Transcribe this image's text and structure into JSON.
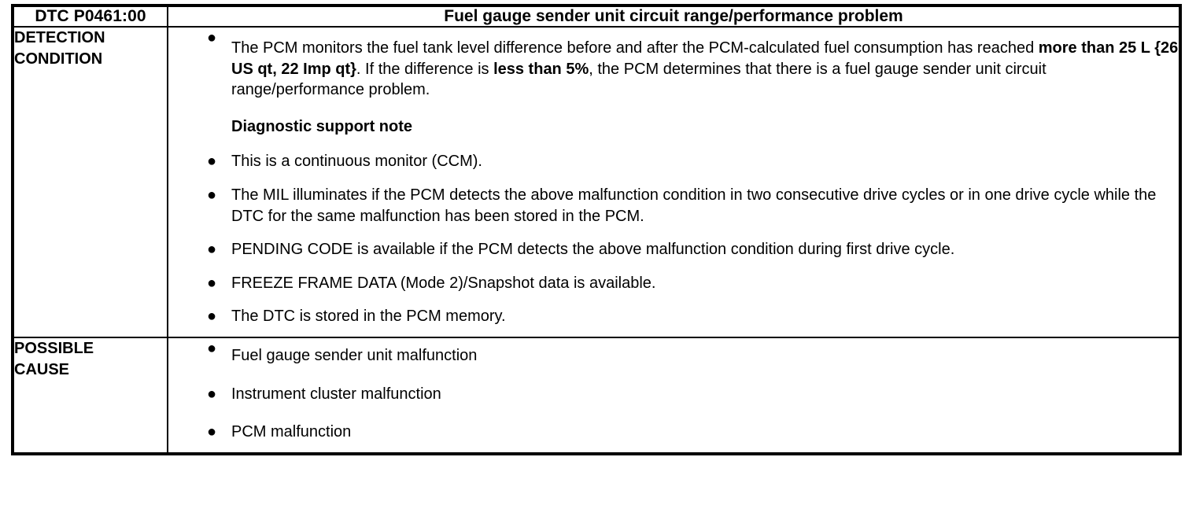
{
  "document": {
    "type": "dtc-diagnostic-table",
    "header": {
      "dtc_code": "DTC P0461:00",
      "title": "Fuel gauge sender unit circuit range/performance problem"
    },
    "rows": [
      {
        "label": "DETECTION\nCONDITION",
        "blocks": [
          {
            "kind": "bullet",
            "marker": "bullet-icon",
            "runs": [
              {
                "text": "The PCM monitors the fuel tank level difference before and after the PCM-calculated fuel consumption has reached ",
                "bold": false
              },
              {
                "text": "more than 25 L {26 US qt, 22 Imp qt}",
                "bold": true
              },
              {
                "text": ". If the difference is ",
                "bold": false
              },
              {
                "text": "less than 5%",
                "bold": true
              },
              {
                "text": ", the PCM determines that there is a fuel gauge sender unit circuit range/performance problem.",
                "bold": false
              }
            ]
          },
          {
            "kind": "heading",
            "text": "Diagnostic support note"
          },
          {
            "kind": "bullet",
            "marker": "bullet-icon",
            "runs": [
              {
                "text": "This is a continuous monitor (CCM).",
                "bold": false
              }
            ]
          },
          {
            "kind": "bullet",
            "marker": "bullet-icon",
            "runs": [
              {
                "text": "The MIL illuminates if the PCM detects the above malfunction condition in two consecutive drive cycles or in one drive cycle while the DTC for the same malfunction has been stored in the PCM.",
                "bold": false
              }
            ]
          },
          {
            "kind": "bullet",
            "marker": "bullet-icon",
            "runs": [
              {
                "text": "PENDING CODE is available if the PCM detects the above malfunction condition during first drive cycle.",
                "bold": false
              }
            ]
          },
          {
            "kind": "bullet",
            "marker": "bullet-icon",
            "runs": [
              {
                "text": "FREEZE FRAME DATA (Mode 2)/Snapshot data is available.",
                "bold": false
              }
            ]
          },
          {
            "kind": "bullet",
            "marker": "bullet-icon",
            "runs": [
              {
                "text": "The DTC is stored in the PCM memory.",
                "bold": false
              }
            ]
          }
        ]
      },
      {
        "label": "POSSIBLE\nCAUSE",
        "blocks": [
          {
            "kind": "bullet",
            "marker": "bullet-icon",
            "runs": [
              {
                "text": "Fuel gauge sender unit malfunction",
                "bold": false
              }
            ]
          },
          {
            "kind": "bullet",
            "marker": "bullet-icon",
            "runs": [
              {
                "text": "Instrument cluster malfunction",
                "bold": false
              }
            ]
          },
          {
            "kind": "bullet",
            "marker": "bullet-icon",
            "runs": [
              {
                "text": "PCM malfunction",
                "bold": false
              }
            ]
          }
        ]
      }
    ],
    "bullet_glyph": "●",
    "colors": {
      "text": "#000000",
      "background": "#ffffff",
      "border": "#000000"
    }
  }
}
